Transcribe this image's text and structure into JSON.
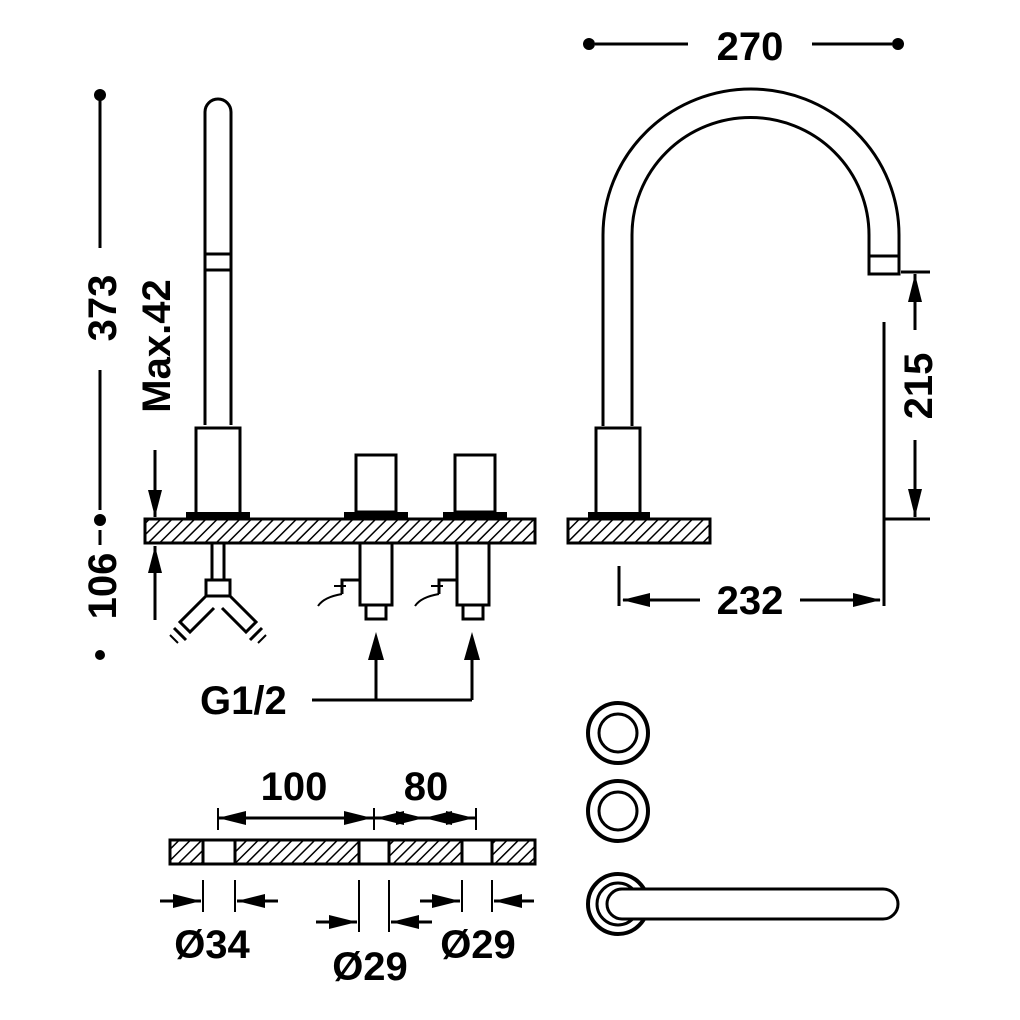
{
  "dimensions": {
    "total_height": "373",
    "max_deck": "Max.42",
    "under_deck": "106",
    "spout_reach": "270",
    "spout_height": "215",
    "spout_projection": "232",
    "connection": "G1/2",
    "spacing_1": "100",
    "spacing_2": "80",
    "hole_1": "Ø34",
    "hole_2": "Ø29",
    "hole_3": "Ø29"
  },
  "colors": {
    "line": "#000000",
    "background": "#ffffff"
  }
}
